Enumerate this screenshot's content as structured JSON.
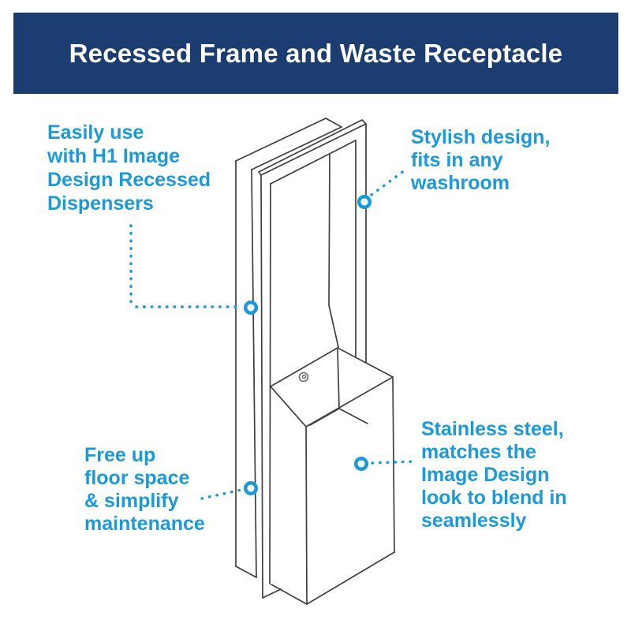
{
  "header": {
    "title": "Recessed Frame and Waste Receptacle"
  },
  "colors": {
    "header_bg": "#1b3d72",
    "header_text": "#ffffff",
    "callout_blue": "#1b9ad9",
    "line_gray": "#3f3f3f",
    "background": "#ffffff"
  },
  "callouts": [
    {
      "id": "easily-use",
      "position": "top-left",
      "text": "Easily use\nwith H1 Image\nDesign Recessed\nDispensers"
    },
    {
      "id": "stylish-design",
      "position": "top-right",
      "text": "Stylish design,\nfits in any\nwashroom"
    },
    {
      "id": "free-up-floor-space",
      "position": "bottom-left",
      "text": "Free up\nfloor space\n& simplify\nmaintenance"
    },
    {
      "id": "stainless-steel",
      "position": "bottom-right",
      "text": "Stainless steel,\nmatches the\nImage Design\nlook to blend in\nseamlessly"
    }
  ],
  "illustration": {
    "subject": "isometric line drawing of recessed wall frame with dispenser opening and protruding waste receptacle",
    "marker_count": 4
  }
}
